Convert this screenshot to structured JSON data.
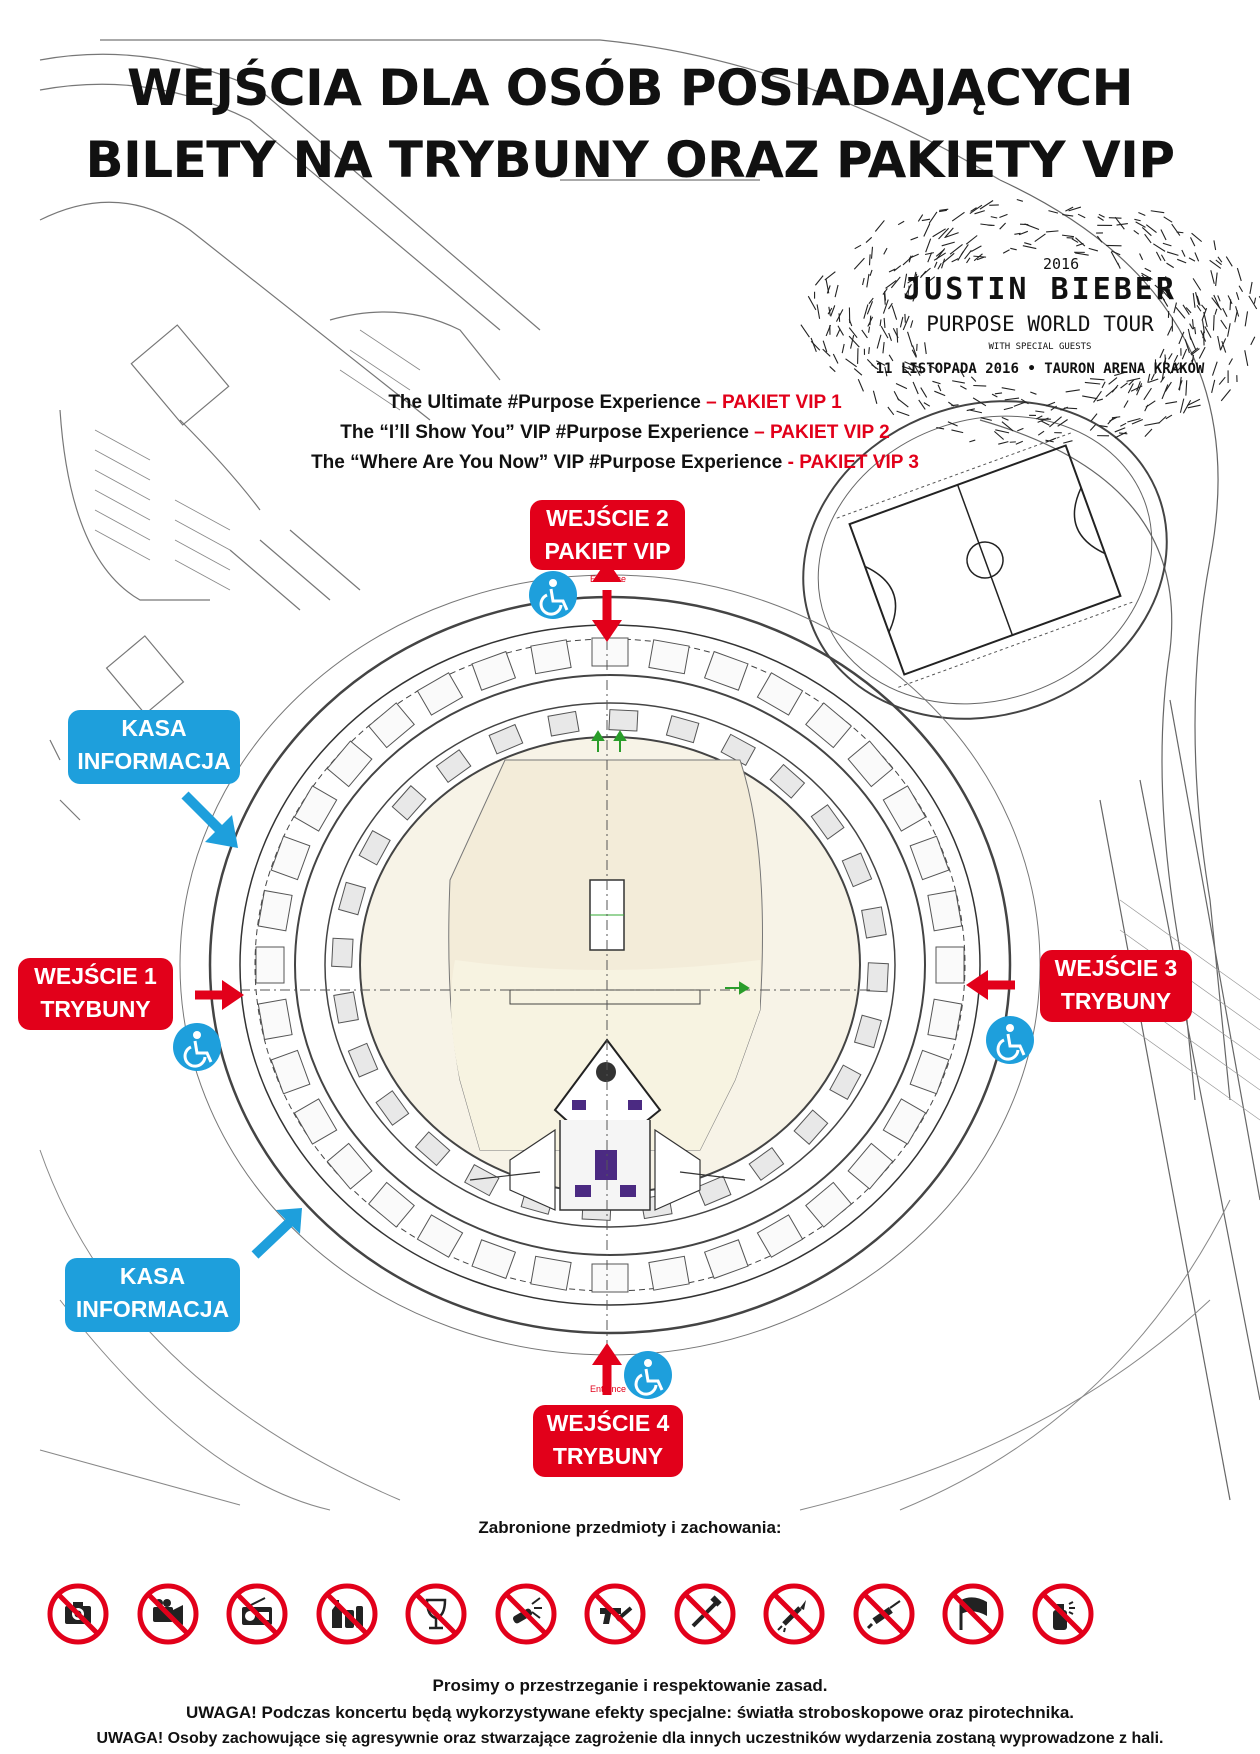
{
  "title": {
    "line1": "WEJŚCIA DLA OSÓB POSIADAJĄCYCH",
    "line2": "BILETY NA TRYBUNY ORAZ PAKIETY VIP"
  },
  "tour": {
    "year": "2016",
    "artist": "JUSTIN BIEBER",
    "tour_name": "PURPOSE WORLD TOUR",
    "special": "WITH SPECIAL GUESTS",
    "date_venue": "11 LISTOPADA 2016 • TAURON ARENA KRAKÓW"
  },
  "vip_packages": [
    {
      "name": "The Ultimate #Purpose Experience",
      "sep": " – ",
      "package": "PAKIET VIP 1"
    },
    {
      "name": "The “I’ll Show You” VIP #Purpose Experience",
      "sep": " – ",
      "package": "PAKIET VIP 2"
    },
    {
      "name": "The “Where Are You Now” VIP #Purpose Experience",
      "sep": "  - ",
      "package": "PAKIET VIP 3"
    }
  ],
  "entrances": {
    "e1": {
      "line1": "WEJŚCIE 1",
      "line2": "TRYBUNY"
    },
    "e2": {
      "line1": "WEJŚCIE 2",
      "line2": "PAKIET VIP"
    },
    "e3": {
      "line1": "WEJŚCIE 3",
      "line2": "TRYBUNY"
    },
    "e4": {
      "line1": "WEJŚCIE 4",
      "line2": "TRYBUNY"
    }
  },
  "kasa": {
    "line1": "KASA",
    "line2": "INFORMACJA"
  },
  "map_labels": {
    "entrance": "Entrance"
  },
  "prohibited_title": "Zabronione przedmioty i zachowania:",
  "prohibited_icons": [
    "no-camera-icon",
    "no-video-camera-icon",
    "no-radio-icon",
    "no-bottles-cans-icon",
    "no-glass-icon",
    "no-laser-pointer-icon",
    "no-weapons-icon",
    "no-tools-icon",
    "no-fireworks-icon",
    "no-drugs-syringe-icon",
    "no-flags-icon",
    "no-spray-icon"
  ],
  "footer": {
    "line1": "Prosimy o przestrzeganie i respektowanie zasad.",
    "line2": "UWAGA! Podczas koncertu będą wykorzystywane efekty specjalne: światła stroboskopowe oraz pirotechnika.",
    "line3": "UWAGA! Osoby zachowujące się agresywnie oraz stwarzające zagrożenie dla innych uczestników wydarzenia zostaną wyprowadzone z hali."
  },
  "colors": {
    "red": "#e2001a",
    "blue": "#1e9fdc",
    "floor": "#f3ecd9",
    "line": "#555555"
  }
}
